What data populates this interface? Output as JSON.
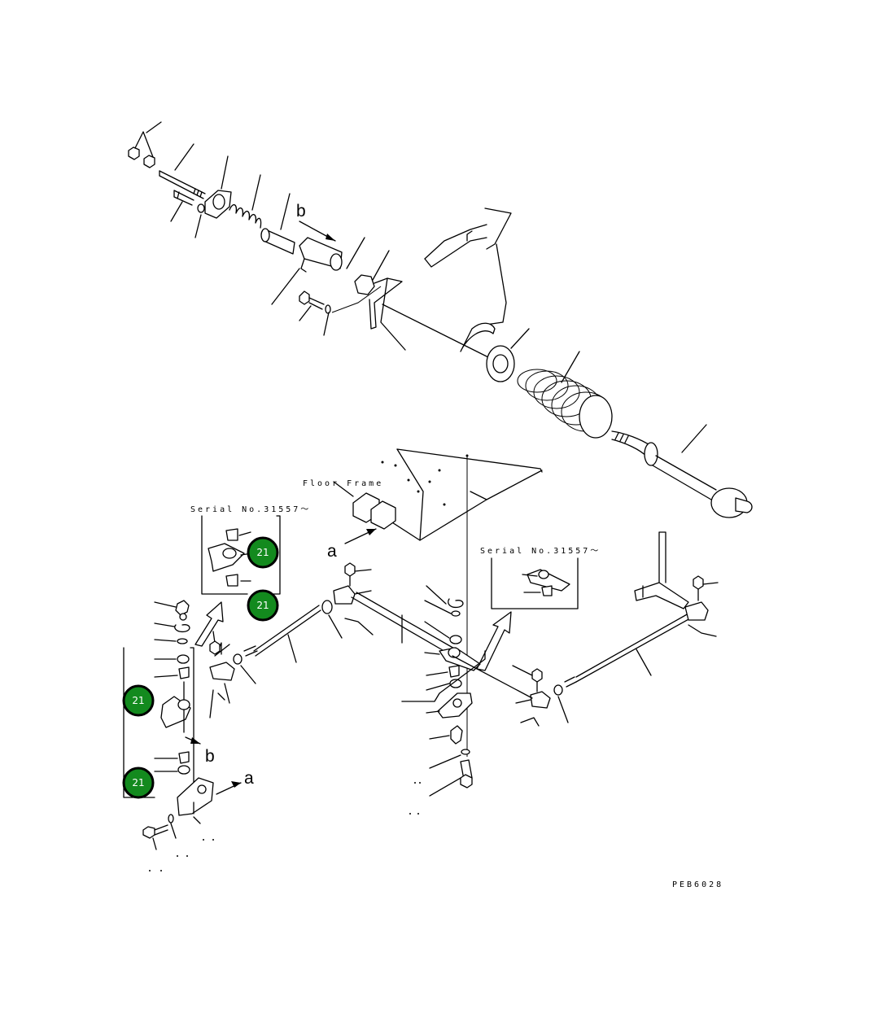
{
  "diagram": {
    "drawing_code": "PEB6028",
    "floor_frame_label": "Floor Frame",
    "serial_labels": [
      "Serial No.31557～",
      "Serial No.31557～"
    ],
    "detail_letters": [
      "b",
      "a",
      "a",
      "b"
    ],
    "badge": {
      "text": "21",
      "color": "#138a1e"
    },
    "badges": [
      "21",
      "21",
      "21",
      "21"
    ]
  }
}
